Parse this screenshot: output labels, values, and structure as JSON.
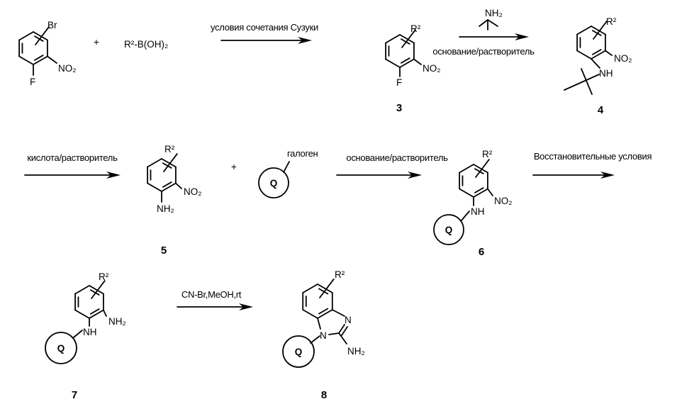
{
  "scheme": {
    "step1": {
      "reactant_substituents": {
        "top": "Br",
        "nitro": "NO₂",
        "bottom": "F"
      },
      "plus": "+",
      "reagent": "R²-B(OH)₂",
      "conditions": "условия сочетания Сузуки"
    },
    "compound3": {
      "r": "R²",
      "nitro": "NO₂",
      "bottom": "F",
      "number": "3"
    },
    "step2": {
      "reagent_amine": "NH₂",
      "conditions": "основание/растворитель"
    },
    "compound4": {
      "r": "R²",
      "nitro": "NO₂",
      "amine": "NH",
      "number": "4"
    },
    "step3": {
      "conditions": "кислота/растворитель"
    },
    "compound5": {
      "r": "R²",
      "nitro": "NO₂",
      "amine": "NH₂",
      "number": "5"
    },
    "plus2": "+",
    "q_reagent": {
      "ring": "Q",
      "substituent": "галоген"
    },
    "step4": {
      "conditions": "основание/растворитель"
    },
    "compound6": {
      "r": "R²",
      "nitro": "NO₂",
      "amine": "NH",
      "ring": "Q",
      "number": "6"
    },
    "step5": {
      "conditions": "Восстановительные условия"
    },
    "compound7": {
      "r": "R²",
      "amine2": "NH₂",
      "amine": "NH",
      "ring": "Q",
      "number": "7"
    },
    "step6": {
      "conditions": "CN-Br,MeOH,rt"
    },
    "compound8": {
      "r": "R²",
      "n3": "N",
      "n1": "N",
      "amine": "NH₂",
      "ring": "Q",
      "number": "8"
    }
  }
}
